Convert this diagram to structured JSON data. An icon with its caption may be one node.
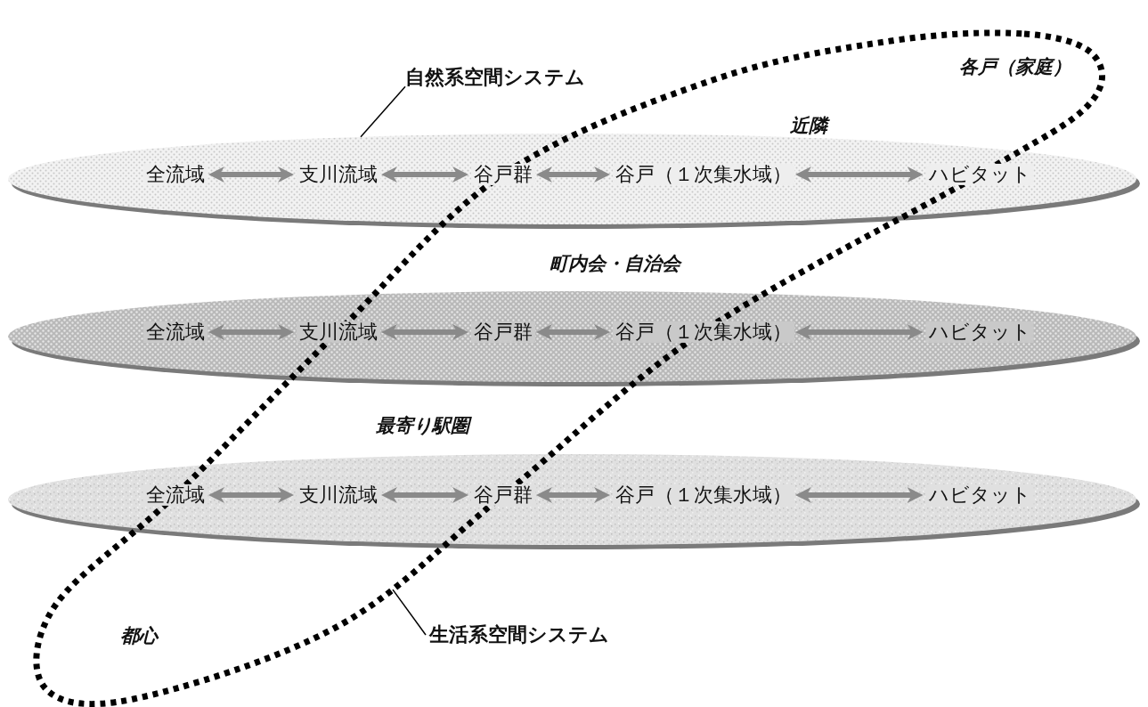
{
  "diagram": {
    "nodes": [
      {
        "text": [
          "自然系空間システム"
        ]
      },
      {
        "text": [],
        "shape": "ellipse"
      },
      {
        "text": [
          "全流域"
        ],
        "in": 1
      },
      {
        "text": [
          "支川流域"
        ],
        "in": 1
      },
      {
        "text": [
          "谷戸群"
        ],
        "in": 1
      },
      {
        "text": [
          "谷戸（１次集水域）"
        ],
        "in": 1
      },
      {
        "text": [
          "ハビタット"
        ],
        "in": 1
      },
      {
        "text": [],
        "shape": "ellipse"
      },
      {
        "text": [
          "全流域"
        ],
        "in": 7
      },
      {
        "text": [
          "支川流域"
        ],
        "in": 7
      },
      {
        "text": [
          "谷戸群"
        ],
        "in": 7
      },
      {
        "text": [
          "谷戸（１次集水域）"
        ],
        "in": 7
      },
      {
        "text": [
          "ハビタット"
        ],
        "in": 7
      },
      {
        "text": [],
        "shape": "ellipse"
      },
      {
        "text": [
          "全流域"
        ],
        "in": 13
      },
      {
        "text": [
          "支川流域"
        ],
        "in": 13
      },
      {
        "text": [
          "谷戸群"
        ],
        "in": 13
      },
      {
        "text": [
          "谷戸（１次集水域）"
        ],
        "in": 13
      },
      {
        "text": [
          "ハビタット"
        ],
        "in": 13
      },
      {
        "text": [
          "生活系空間システム"
        ]
      }
    ],
    "edges": [
      {
        "from": 0,
        "to": 1,
        "arrow": "none",
        "color": "#000000"
      },
      {
        "from": 2,
        "to": 3,
        "arrow": "both"
      },
      {
        "from": 3,
        "to": 4,
        "arrow": "both"
      },
      {
        "from": 4,
        "to": 5,
        "arrow": "both"
      },
      {
        "from": 5,
        "to": 6,
        "arrow": "both"
      },
      {
        "from": 8,
        "to": 9,
        "arrow": "both"
      },
      {
        "from": 9,
        "to": 10,
        "arrow": "both"
      },
      {
        "from": 10,
        "to": 11,
        "arrow": "both"
      },
      {
        "from": 11,
        "to": 12,
        "arrow": "both"
      },
      {
        "from": 14,
        "to": 15,
        "arrow": "both"
      },
      {
        "from": 15,
        "to": 16,
        "arrow": "both"
      },
      {
        "from": 16,
        "to": 17,
        "arrow": "both"
      },
      {
        "from": 17,
        "to": 18,
        "arrow": "both"
      },
      {
        "from": 19,
        "to": null,
        "arrow": "none",
        "color": "#000000"
      }
    ],
    "labels": [
      "各戸（家庭）",
      "近隣",
      "町内会・自治会",
      "最寄り駅圏",
      "都心"
    ]
  }
}
